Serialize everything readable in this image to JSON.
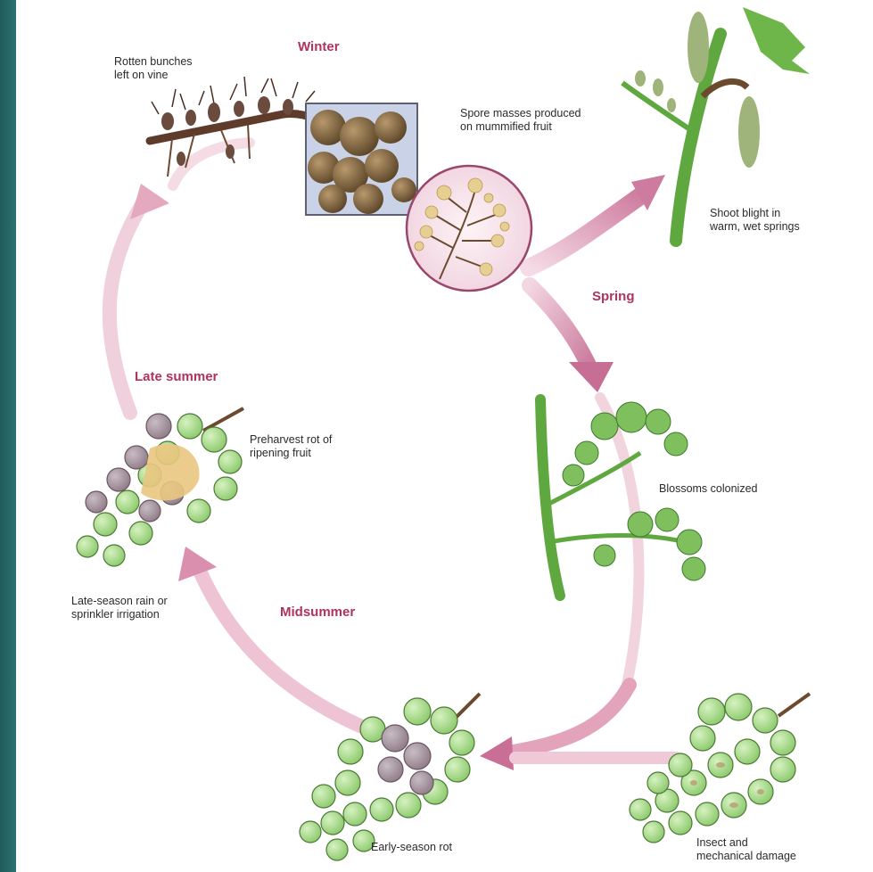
{
  "colors": {
    "arrow": "#e8b4c6",
    "arrow_dark": "#b65e82",
    "season_text": "#b1325c",
    "grape_green": "#a8d98a",
    "grape_rot": "#9d8d96",
    "spores": "#e8cf96",
    "stem": "#6fb04c",
    "wood": "#5e3b2a"
  },
  "seasons": {
    "winter": "Winter",
    "spring": "Spring",
    "late_summer": "Late summer",
    "midsummer": "Midsummer"
  },
  "captions": {
    "rotten_bunches": "Rotten bunches\nleft on vine",
    "spore_masses": "Spore masses produced\non mummified fruit",
    "shoot_blight": "Shoot blight in\nwarm, wet springs",
    "blossoms": "Blossoms colonized",
    "preharvest": "Preharvest rot of\nripening fruit",
    "late_rain": "Late-season rain or\nsprinkler irrigation",
    "early_rot": "Early-season rot",
    "insect": "Insect and\nmechanical damage"
  },
  "icons": [
    "rotten-vine-icon",
    "mummified-fruit-icon",
    "spore-conidiophore-icon",
    "shoot-blight-icon",
    "blossom-cluster-icon",
    "preharvest-grapes-icon",
    "early-rot-grapes-icon",
    "damaged-grapes-icon"
  ]
}
